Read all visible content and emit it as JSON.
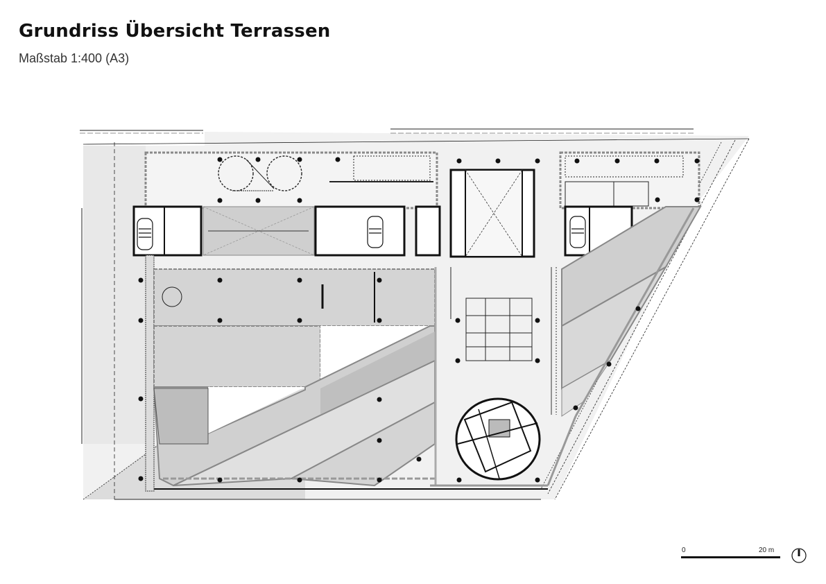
{
  "header": {
    "title": "Grundriss Übersicht Terrassen",
    "subtitle": "Maßstab 1:400 (A3)"
  },
  "plan": {
    "type": "architectural-floor-plan",
    "colors": {
      "background": "#ffffff",
      "site": "#efefef",
      "terrace_dark": "#c9c9c9",
      "terrace_mid": "#d8d8d8",
      "wall": "#111111",
      "column": "#111111",
      "glazing": "#9a9a9a"
    },
    "elements": [
      {
        "name": "north-wing-courtyard",
        "label": ""
      },
      {
        "name": "stair-core-west",
        "label": ""
      },
      {
        "name": "stair-core-center",
        "label": ""
      },
      {
        "name": "stair-core-east",
        "label": ""
      },
      {
        "name": "atrium-void",
        "label": ""
      },
      {
        "name": "round-tower-core",
        "label": ""
      },
      {
        "name": "diagonal-terraces",
        "label": ""
      }
    ]
  },
  "scalebar": {
    "start_label": "0",
    "end_label": "20 m"
  },
  "north_arrow": {
    "icon": "north-arrow-icon"
  }
}
